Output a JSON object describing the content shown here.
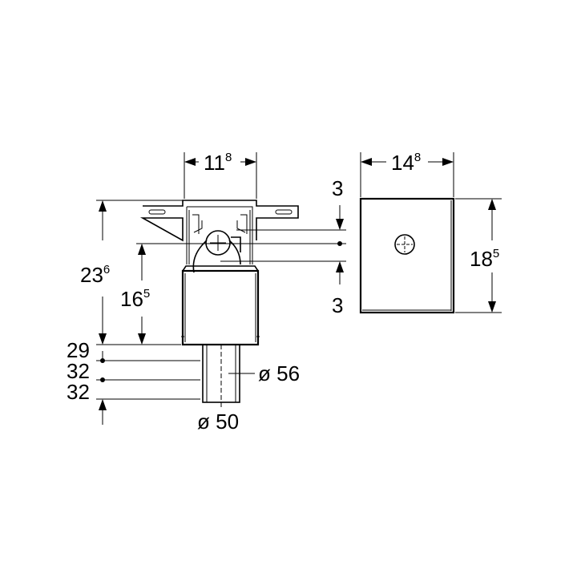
{
  "dimensions": {
    "top_width": {
      "main": "11",
      "sup": "8"
    },
    "right_width": {
      "main": "14",
      "sup": "8"
    },
    "right_height": {
      "main": "18",
      "sup": "5"
    },
    "total_height": {
      "main": "23",
      "sup": "6"
    },
    "mid_height": {
      "main": "16",
      "sup": "5"
    },
    "offset_top": "3",
    "offset_bottom": "3",
    "pitch_1": "29",
    "pitch_2": "32",
    "pitch_3": "32",
    "diameter_outer": "ø 56",
    "diameter_inner": "ø 50"
  }
}
